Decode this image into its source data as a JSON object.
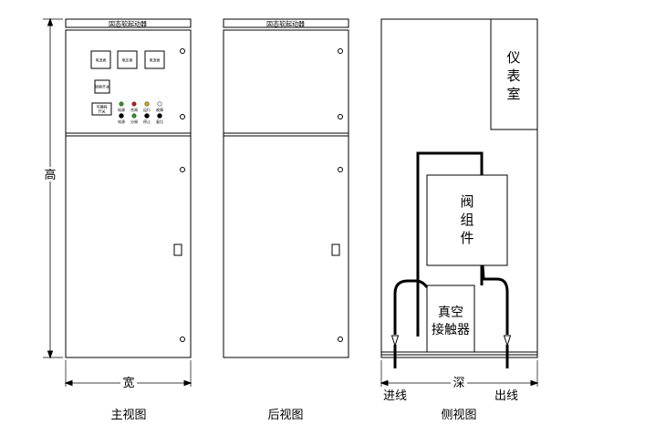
{
  "front_view": {
    "header": "固态软起动器",
    "meters": [
      "电流表",
      "电压表",
      "电流表"
    ],
    "switch_label": "转换开关",
    "knob_label": [
      "可编程",
      "开关"
    ],
    "lights_top": [
      "电源",
      "合闸",
      "运行",
      "故障"
    ],
    "lights_bottom": [
      "电源",
      "分闸",
      "停止",
      "复位"
    ],
    "height_label": "高",
    "width_label": "宽",
    "caption": "主视图"
  },
  "back_view": {
    "header": "固态软起动器",
    "caption": "后视图"
  },
  "side_view": {
    "instrument_room": "仪表室",
    "valve_group": "阀组件",
    "vacuum_contactor": [
      "真空",
      "接触器"
    ],
    "depth_label": "深",
    "inlet_label": "进线",
    "outlet_label": "出线",
    "caption": "侧视图"
  },
  "colors": {
    "line": "#000000",
    "indicator_green": "#2e9d2e",
    "indicator_red": "#c81e1e",
    "indicator_yellow": "#e0b000",
    "indicator_white": "#ffffff"
  }
}
